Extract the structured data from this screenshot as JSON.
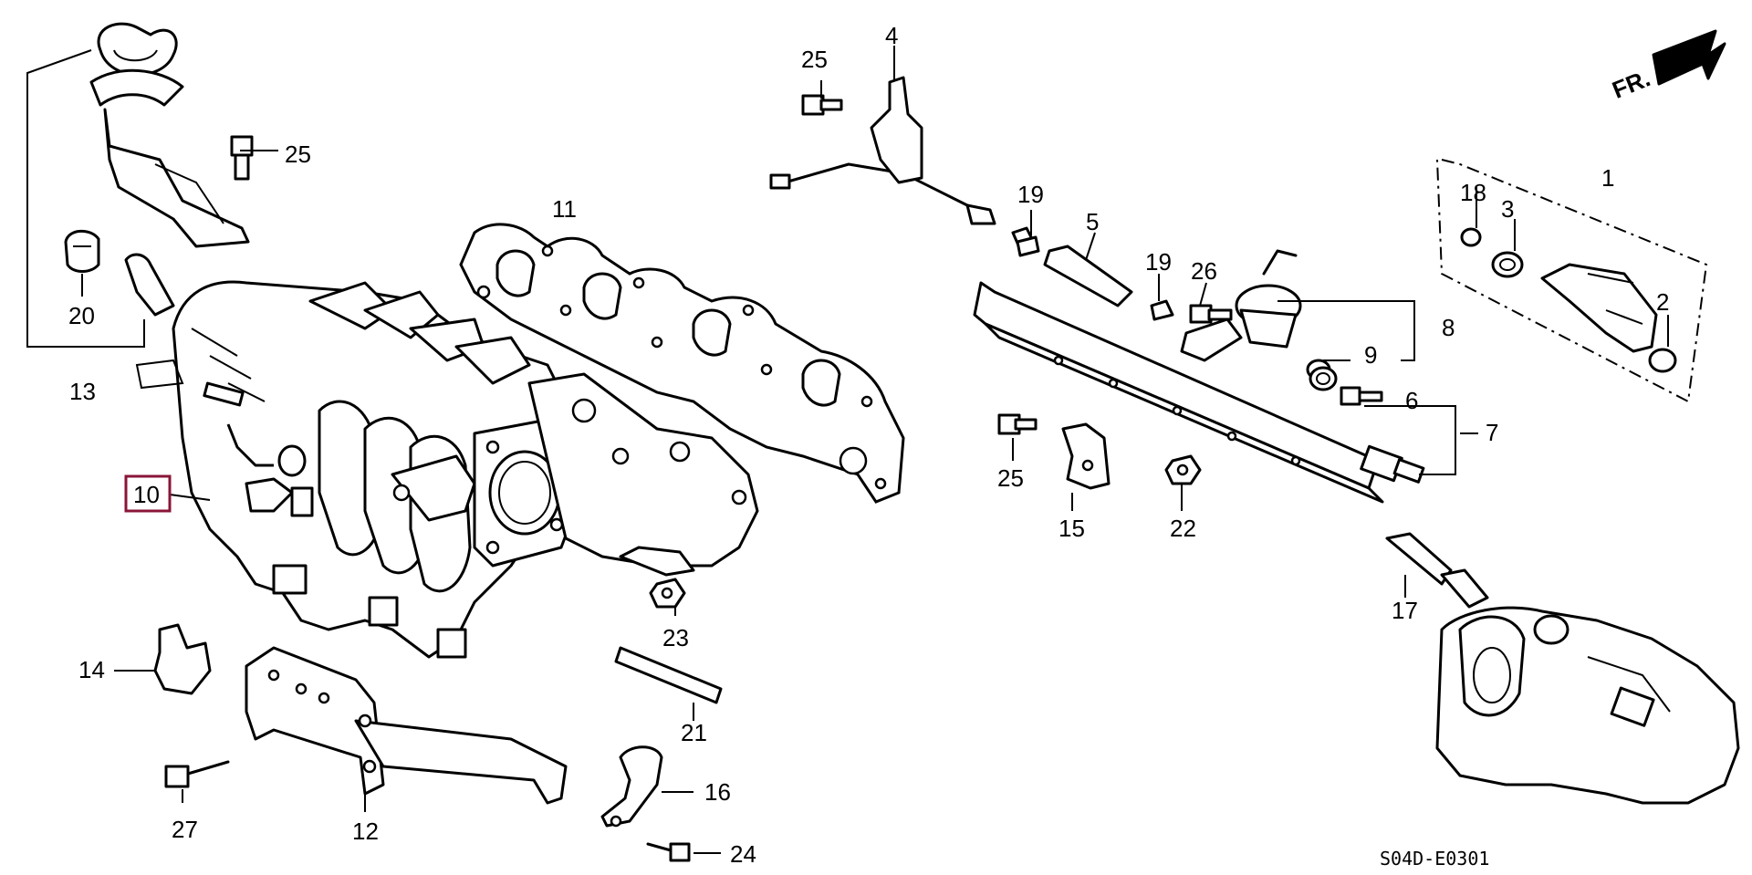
{
  "diagram": {
    "code": "S04D-E0301",
    "front_label": "FR.",
    "selected_part": "10",
    "parts": [
      "1",
      "2",
      "3",
      "4",
      "5",
      "6",
      "7",
      "8",
      "9",
      "10",
      "11",
      "12",
      "13",
      "14",
      "15",
      "16",
      "17",
      "18",
      "19",
      "19",
      "20",
      "21",
      "22",
      "23",
      "24",
      "25",
      "25",
      "25",
      "26",
      "27"
    ]
  }
}
